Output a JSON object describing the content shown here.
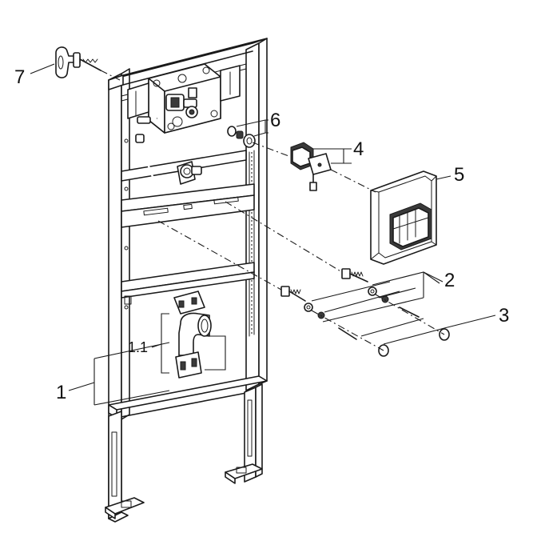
{
  "callouts": {
    "c1": "1",
    "c1_1": "1.1",
    "c2": "2",
    "c3": "3",
    "c4": "4",
    "c5": "5",
    "c6": "6",
    "c7": "7"
  },
  "colors": {
    "line": "#1a1a1a",
    "background": "#ffffff",
    "shade": "#d9d9d9",
    "dark": "#3a3a3a"
  }
}
